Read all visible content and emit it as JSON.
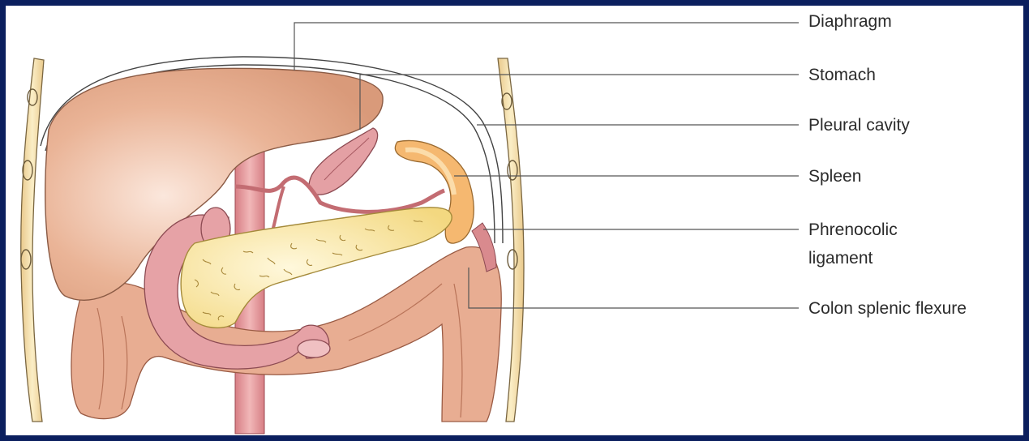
{
  "labels": {
    "diaphragm": "Diaphragm",
    "stomach": "Stomach",
    "pleural_cavity": "Pleural cavity",
    "spleen": "Spleen",
    "phrenocolic_line1": "Phrenocolic",
    "phrenocolic_line2": "ligament",
    "colon_splenic_flexure": "Colon splenic flexure"
  },
  "colors": {
    "background": "#0b1f5e",
    "liver": "#e2a888",
    "pancreas": "#f6e39a",
    "spleen": "#f3b56a",
    "colon": "#e7aa8e",
    "vessel": "#d88c90",
    "duodenum": "#e6a3a6"
  }
}
